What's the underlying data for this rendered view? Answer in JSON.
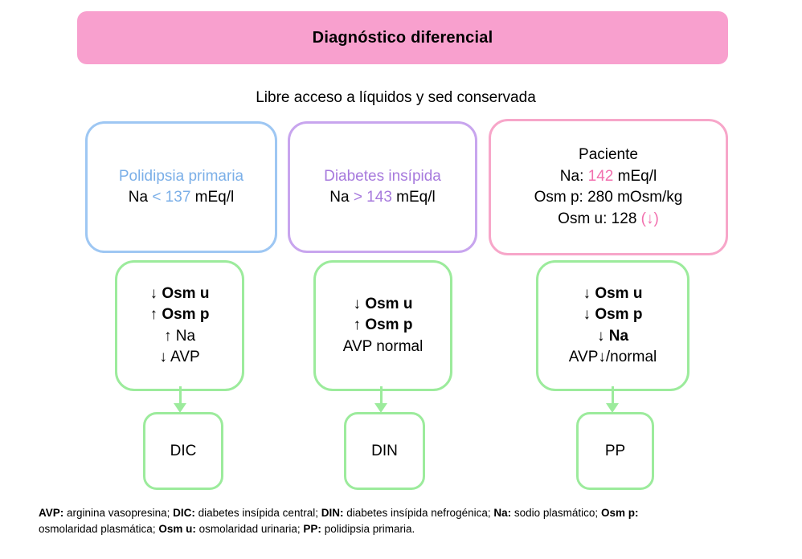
{
  "header": {
    "title": "Diagnóstico diferencial"
  },
  "subtitle": "Libre acceso a líquidos y sed conservada",
  "colors": {
    "header_bg": "#F8A0CE",
    "blue_border": "#9EC7F3",
    "blue_text": "#7BAFE8",
    "purple_border": "#C8A5EE",
    "purple_text": "#A77ADD",
    "pink_border": "#F7A6C9",
    "pink_text": "#F26FAE",
    "green_border": "#9CEB9C",
    "text": "#000000"
  },
  "top_boxes": [
    {
      "id": "polidipsia-primaria",
      "lines": [
        [
          {
            "t": "Polidipsia primaria",
            "c": "#7BAFE8"
          }
        ],
        [
          {
            "t": "Na "
          },
          {
            "t": "< 137",
            "c": "#7BAFE8"
          },
          {
            "t": " mEq/l"
          }
        ]
      ]
    },
    {
      "id": "diabetes-insipida",
      "lines": [
        [
          {
            "t": "Diabetes insípida",
            "c": "#A77ADD"
          }
        ],
        [
          {
            "t": "Na "
          },
          {
            "t": "> 143",
            "c": "#A77ADD"
          },
          {
            "t": " mEq/l"
          }
        ]
      ]
    },
    {
      "id": "paciente",
      "lines": [
        [
          {
            "t": "Paciente"
          }
        ],
        [
          {
            "t": "Na: "
          },
          {
            "t": "142",
            "c": "#F26FAE"
          },
          {
            "t": " mEq/l"
          }
        ],
        [
          {
            "t": "Osm p: 280 mOsm/kg"
          }
        ],
        [
          {
            "t": "Osm u: 128 "
          },
          {
            "t": "(↓)",
            "c": "#F26FAE"
          }
        ]
      ]
    }
  ],
  "mid_boxes": [
    {
      "id": "findings-dic",
      "lines": [
        [
          {
            "t": "↓ "
          },
          {
            "t": "Osm u",
            "b": true
          }
        ],
        [
          {
            "t": "↑ "
          },
          {
            "t": "Osm p",
            "b": true
          }
        ],
        [
          {
            "t": "↑ Na"
          }
        ],
        [
          {
            "t": "↓ AVP"
          }
        ]
      ]
    },
    {
      "id": "findings-din",
      "lines": [
        [
          {
            "t": "↓ "
          },
          {
            "t": "Osm u",
            "b": true
          }
        ],
        [
          {
            "t": "↑ "
          },
          {
            "t": "Osm p",
            "b": true
          }
        ],
        [
          {
            "t": "AVP normal"
          }
        ]
      ]
    },
    {
      "id": "findings-pp",
      "lines": [
        [
          {
            "t": "↓ "
          },
          {
            "t": "Osm u",
            "b": true
          }
        ],
        [
          {
            "t": "↓ "
          },
          {
            "t": "Osm p",
            "b": true
          }
        ],
        [
          {
            "t": "↓ "
          },
          {
            "t": "Na",
            "b": true
          }
        ],
        [
          {
            "t": "AVP↓/normal"
          }
        ]
      ]
    }
  ],
  "bottom_boxes": [
    {
      "label": "DIC"
    },
    {
      "label": "DIN"
    },
    {
      "label": "PP"
    }
  ],
  "legend": {
    "lines": [
      [
        {
          "t": "AVP:",
          "b": true
        },
        {
          "t": " arginina vasopresina; "
        },
        {
          "t": "DIC:",
          "b": true
        },
        {
          "t": " diabetes insípida central; "
        },
        {
          "t": "DIN:",
          "b": true
        },
        {
          "t": " diabetes insípida nefrogénica; "
        },
        {
          "t": "Na:",
          "b": true
        },
        {
          "t": " sodio plasmático; "
        },
        {
          "t": "Osm p:",
          "b": true
        }
      ],
      [
        {
          "t": "osmolaridad plasmática; "
        },
        {
          "t": "Osm u:",
          "b": true
        },
        {
          "t": " osmolaridad urinaria; "
        },
        {
          "t": "PP:",
          "b": true
        },
        {
          "t": " polidipsia primaria."
        }
      ]
    ]
  }
}
